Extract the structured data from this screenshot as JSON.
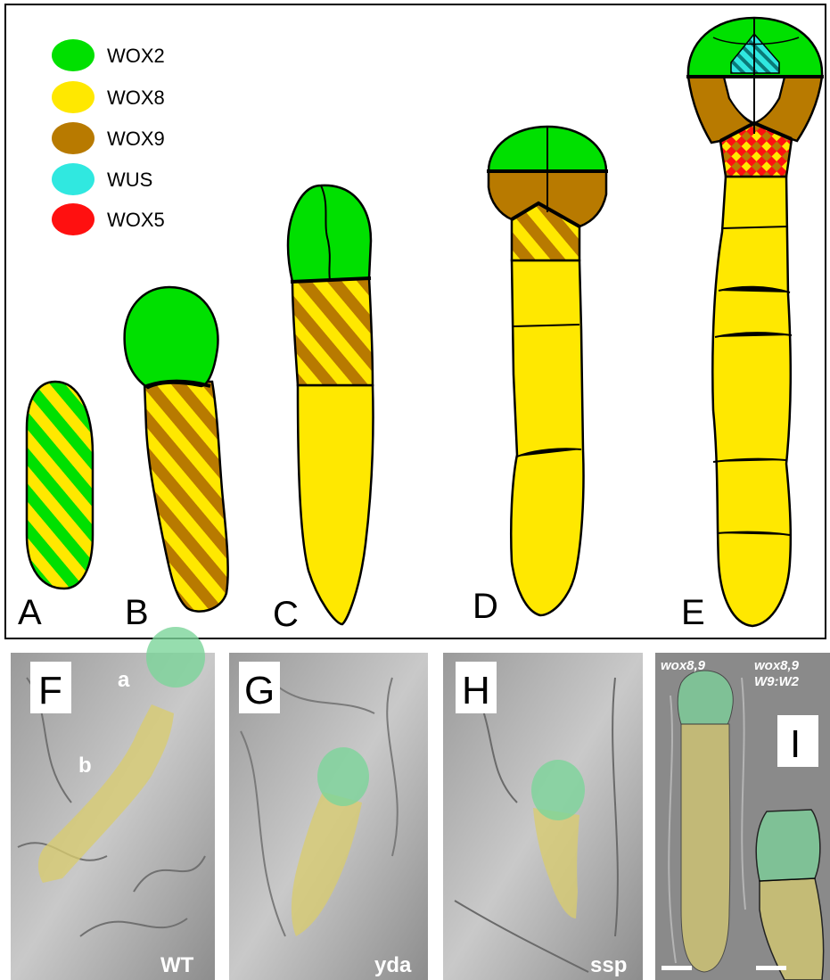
{
  "colors": {
    "wox2": "#00e000",
    "wox8": "#ffe800",
    "wox9": "#b87a00",
    "wus": "#30e8e0",
    "wox5": "#ff1010"
  },
  "legend": [
    {
      "label": "WOX2",
      "color": "#00e000"
    },
    {
      "label": "WOX8",
      "color": "#ffe800"
    },
    {
      "label": "WOX9",
      "color": "#b87a00"
    },
    {
      "label": "WUS",
      "color": "#30e8e0"
    },
    {
      "label": "WOX5",
      "color": "#ff1010"
    }
  ],
  "stages": [
    "A",
    "B",
    "C",
    "D",
    "E"
  ],
  "photos": [
    {
      "letter": "F",
      "caption": "WT",
      "a": "a",
      "b": "b"
    },
    {
      "letter": "G",
      "caption": "yda"
    },
    {
      "letter": "H",
      "caption": "ssp"
    },
    {
      "letter": "I",
      "tag1": "wox8,9",
      "tag2a": "wox8,9",
      "tag2b": "W9:W2"
    }
  ]
}
